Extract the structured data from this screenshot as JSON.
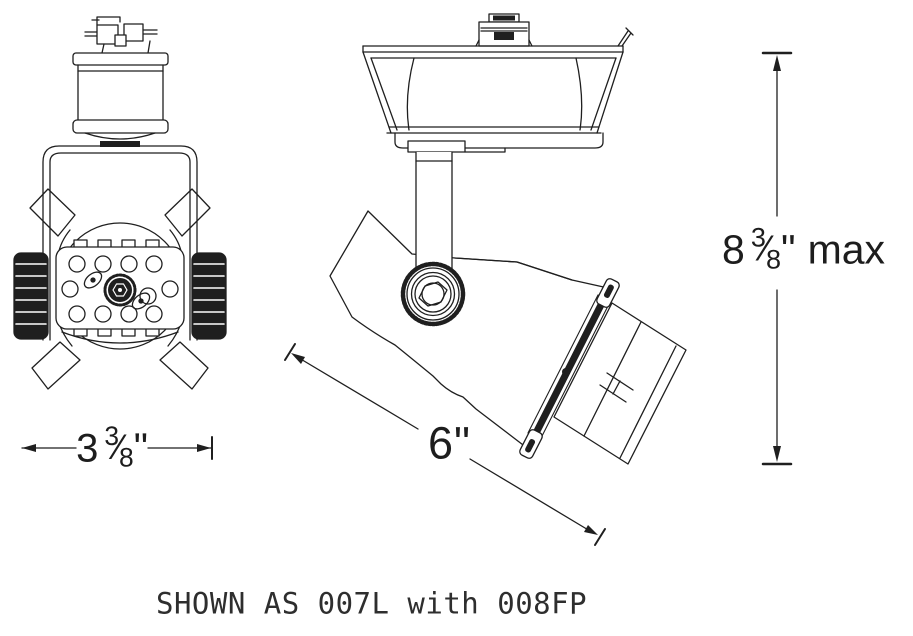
{
  "meta": {
    "background_color": "#ffffff",
    "line_color": "#1f1f1f",
    "drawing_type": "technical dimension drawing"
  },
  "caption": "SHOWN AS 007L with 008FP",
  "dimensions": {
    "width": {
      "whole": "3",
      "numerator": "3",
      "denominator": "8",
      "unit": "\""
    },
    "length": {
      "value": "6",
      "unit": "\""
    },
    "height": {
      "whole": "8",
      "numerator": "3",
      "denominator": "8",
      "unit": "\"",
      "suffix": "max"
    }
  }
}
